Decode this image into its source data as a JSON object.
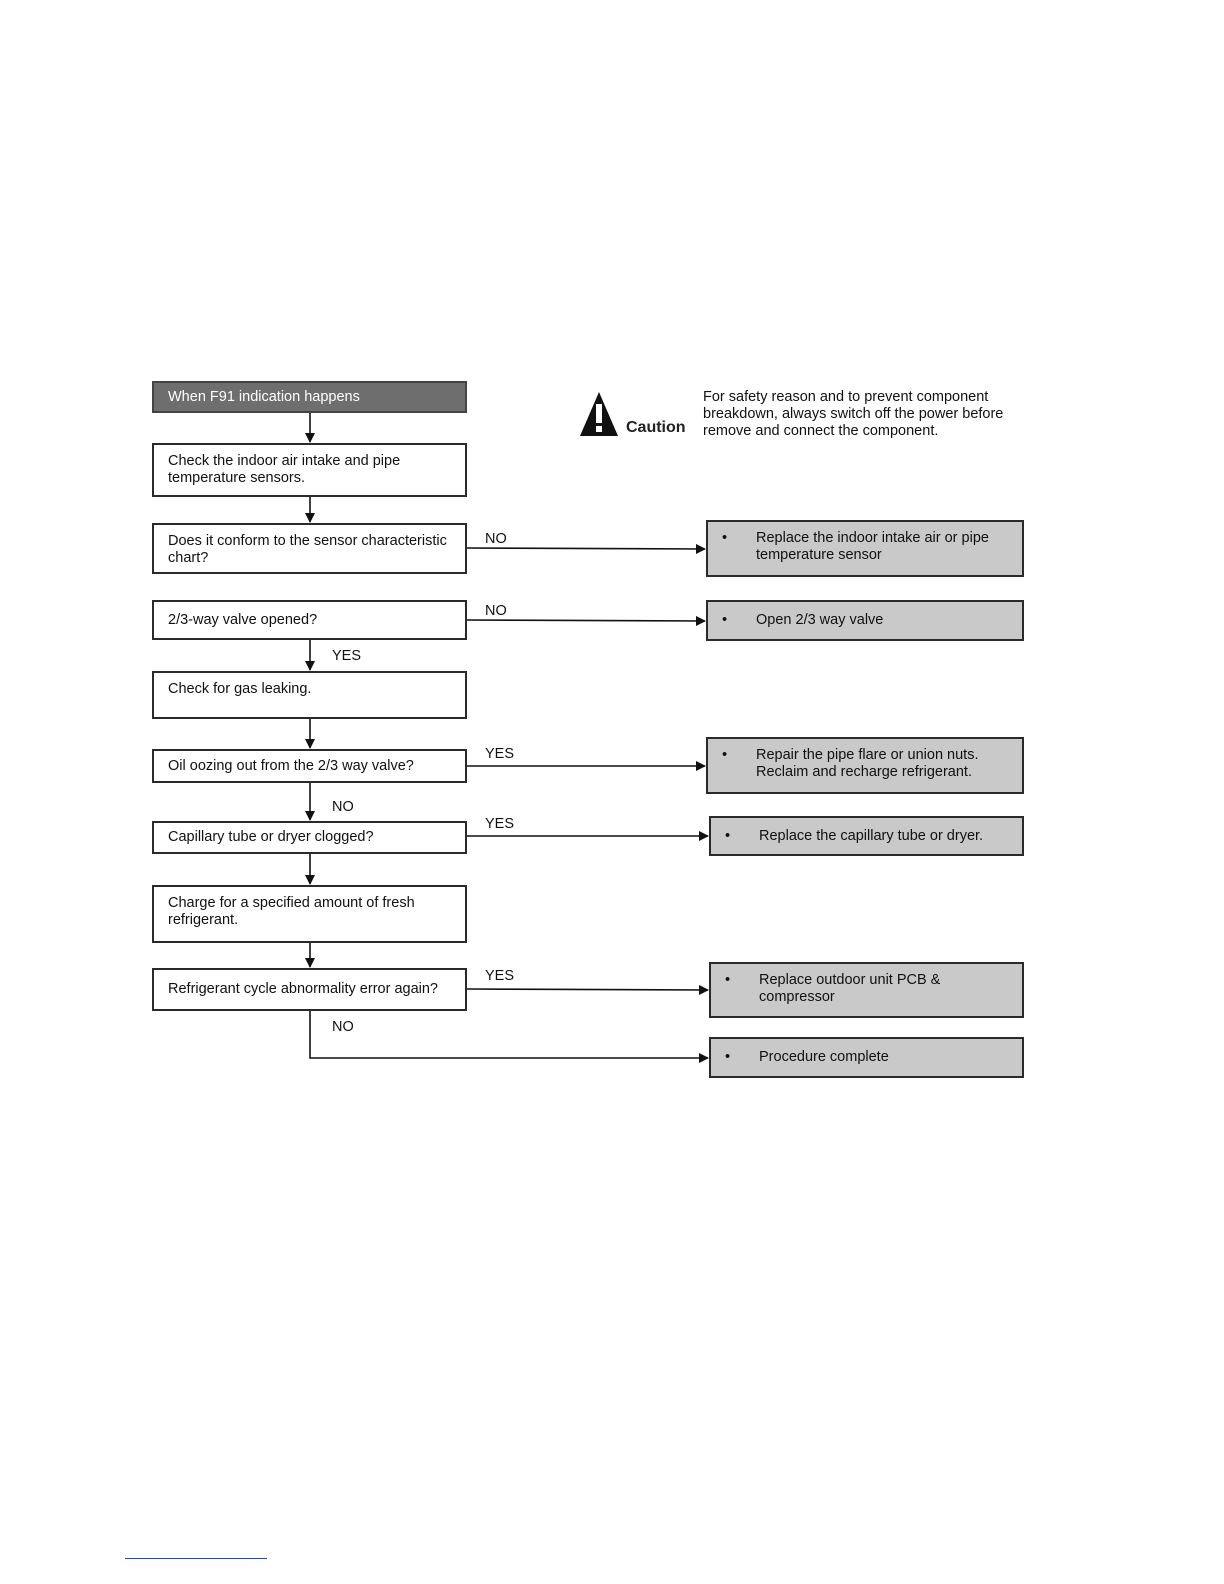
{
  "caution": {
    "title": "Caution",
    "text": "For safety reason and to prevent component breakdown, always switch off the power before remove and connect the component."
  },
  "steps": {
    "start": "When F91 indication happens",
    "check_sensors": "Check the indoor air intake and pipe temperature sensors.",
    "conform_chart": "Does it conform to the sensor characteristic chart?",
    "valve_opened": "2/3-way valve opened?",
    "gas_leaking": "Check for gas leaking.",
    "oil_oozing": "Oil oozing out from the 2/3 way valve?",
    "capillary": "Capillary tube or dryer clogged?",
    "charge": "Charge for a specified amount of fresh refrigerant.",
    "error_again": "Refrigerant cycle abnormality error again?"
  },
  "results": {
    "replace_sensor": "Replace the indoor intake air or pipe temperature sensor",
    "open_valve": "Open 2/3 way valve",
    "repair_flare": "Repair the pipe flare or union nuts. Reclaim and recharge refrigerant.",
    "replace_capillary": "Replace the capillary tube or dryer.",
    "replace_pcb": "Replace outdoor unit PCB & compressor",
    "complete": "Procedure complete"
  },
  "bullet": "•",
  "branch_labels": {
    "no_conform": "NO",
    "no_valve": "NO",
    "yes_valve": "YES",
    "yes_oil": "YES",
    "no_oil": "NO",
    "yes_capillary": "YES",
    "yes_error": "YES",
    "no_error": "NO"
  }
}
